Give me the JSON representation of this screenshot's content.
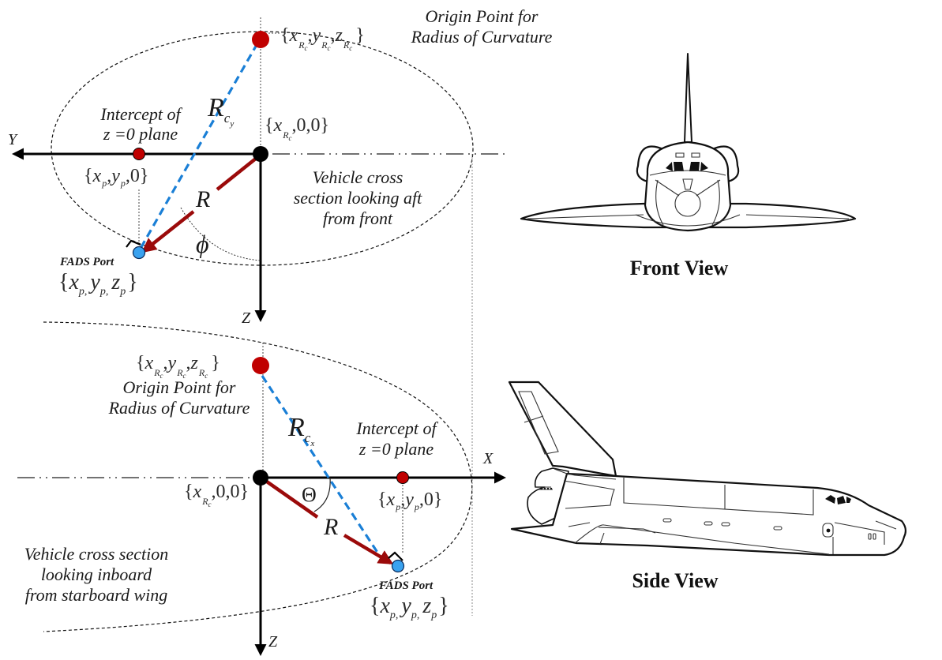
{
  "front_section": {
    "axis_y_label": "Y",
    "axis_z_label": "Z",
    "origin_point_coord": {
      "base": "{x",
      "parts": [
        "x",
        "y",
        "z"
      ],
      "sub": "Rc",
      "text": "{x_Rc, y_Rc, z_Rc}"
    },
    "origin_point_caption": [
      "Origin Point for",
      "Radius of Curvature"
    ],
    "center_coord": "{x_Rc, 0, 0}",
    "intercept_caption": [
      "Intercept of",
      "z =0 plane"
    ],
    "intercept_coord": "{x_p, y_p, 0}",
    "radius_curv_label": "R",
    "radius_curv_sub": "c",
    "radius_curv_subsub": "y",
    "radius_label": "R",
    "angle_label": "ϕ",
    "port_label": "FADS Port",
    "port_coord": "{x_p, y_p, z_p}",
    "section_caption": [
      "Vehicle cross",
      "section looking aft",
      "from front"
    ]
  },
  "side_section": {
    "axis_x_label": "X",
    "axis_z_label": "Z",
    "origin_point_coord": "{x_Rc, y_Rc, z_Rc}",
    "origin_point_caption": [
      "Origin Point for",
      "Radius of Curvature"
    ],
    "center_coord": "{x_Rc, 0, 0}",
    "intercept_caption": [
      "Intercept of",
      "z =0 plane"
    ],
    "intercept_coord": "{x_p, y_p, 0}",
    "radius_curv_label": "R",
    "radius_curv_sub": "c",
    "radius_curv_subsub": "x",
    "radius_label": "R",
    "angle_label": "Θ",
    "port_label": "FADS Port",
    "port_coord": "{x_p, y_p, z_p}",
    "section_caption": [
      "Vehicle cross section",
      "looking inboard",
      "from starboard wing"
    ]
  },
  "views": {
    "front_title": "Front View",
    "side_title": "Side View"
  },
  "glyphs": {
    "open_brace": "{",
    "close_brace": "}",
    "comma": ",",
    "zero": "0",
    "x": "x",
    "y": "y",
    "z": "z",
    "R": "R",
    "c": "c",
    "p": "p"
  },
  "colors": {
    "point_red": "#c00000",
    "arrow_darkred": "#9b0a0a",
    "dashed_blue": "#1a7fd6",
    "port_blue": "#3aa2ef",
    "axis_black": "#000000"
  }
}
